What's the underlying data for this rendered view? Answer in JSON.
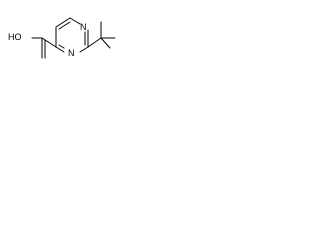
{
  "molecule": {
    "labels": {
      "acid_group": "HO",
      "ring_n_upper": "N",
      "ring_n_lower": "N"
    },
    "colors": {
      "bond": "#000000",
      "text": "#000000",
      "background": "#ffffff"
    }
  }
}
